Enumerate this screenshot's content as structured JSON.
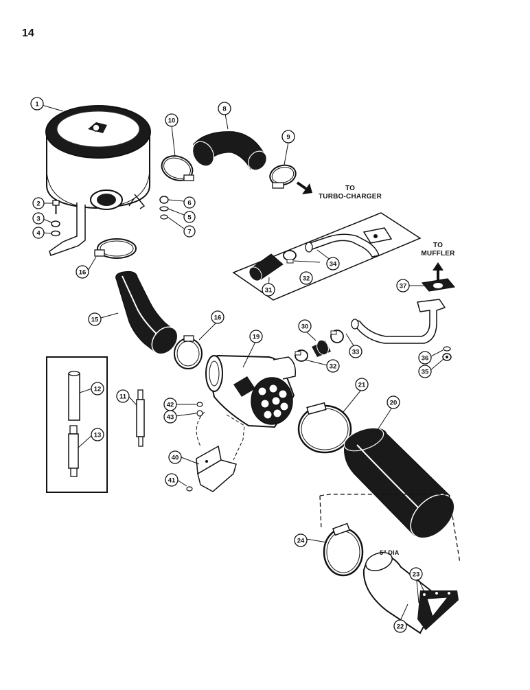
{
  "page": {
    "number": "14"
  },
  "annotations": {
    "to_turbo_1": "TO",
    "to_turbo_2": "TURBO-CHARGER",
    "to_muffler_1": "TO",
    "to_muffler_2": "MUFFLER",
    "dia_label": "5\" DIA"
  },
  "callouts": [
    {
      "id": "c1",
      "num": "1"
    },
    {
      "id": "c2",
      "num": "2"
    },
    {
      "id": "c3",
      "num": "3"
    },
    {
      "id": "c4",
      "num": "4"
    },
    {
      "id": "c5",
      "num": "5"
    },
    {
      "id": "c6",
      "num": "6"
    },
    {
      "id": "c7",
      "num": "7"
    },
    {
      "id": "c8",
      "num": "8"
    },
    {
      "id": "c9",
      "num": "9"
    },
    {
      "id": "c10",
      "num": "10"
    },
    {
      "id": "c11",
      "num": "11"
    },
    {
      "id": "c12",
      "num": "12"
    },
    {
      "id": "c13",
      "num": "13"
    },
    {
      "id": "c15",
      "num": "15"
    },
    {
      "id": "c16a",
      "num": "16"
    },
    {
      "id": "c16b",
      "num": "16"
    },
    {
      "id": "c19",
      "num": "19"
    },
    {
      "id": "c20",
      "num": "20"
    },
    {
      "id": "c21",
      "num": "21"
    },
    {
      "id": "c22",
      "num": "22"
    },
    {
      "id": "c23",
      "num": "23"
    },
    {
      "id": "c24",
      "num": "24"
    },
    {
      "id": "c30",
      "num": "30"
    },
    {
      "id": "c31",
      "num": "31"
    },
    {
      "id": "c32a",
      "num": "32"
    },
    {
      "id": "c32b",
      "num": "32"
    },
    {
      "id": "c33",
      "num": "33"
    },
    {
      "id": "c34",
      "num": "34"
    },
    {
      "id": "c35",
      "num": "35"
    },
    {
      "id": "c36",
      "num": "36"
    },
    {
      "id": "c37",
      "num": "37"
    },
    {
      "id": "c40",
      "num": "40"
    },
    {
      "id": "c41",
      "num": "41"
    },
    {
      "id": "c42",
      "num": "42"
    },
    {
      "id": "c43",
      "num": "43"
    }
  ]
}
